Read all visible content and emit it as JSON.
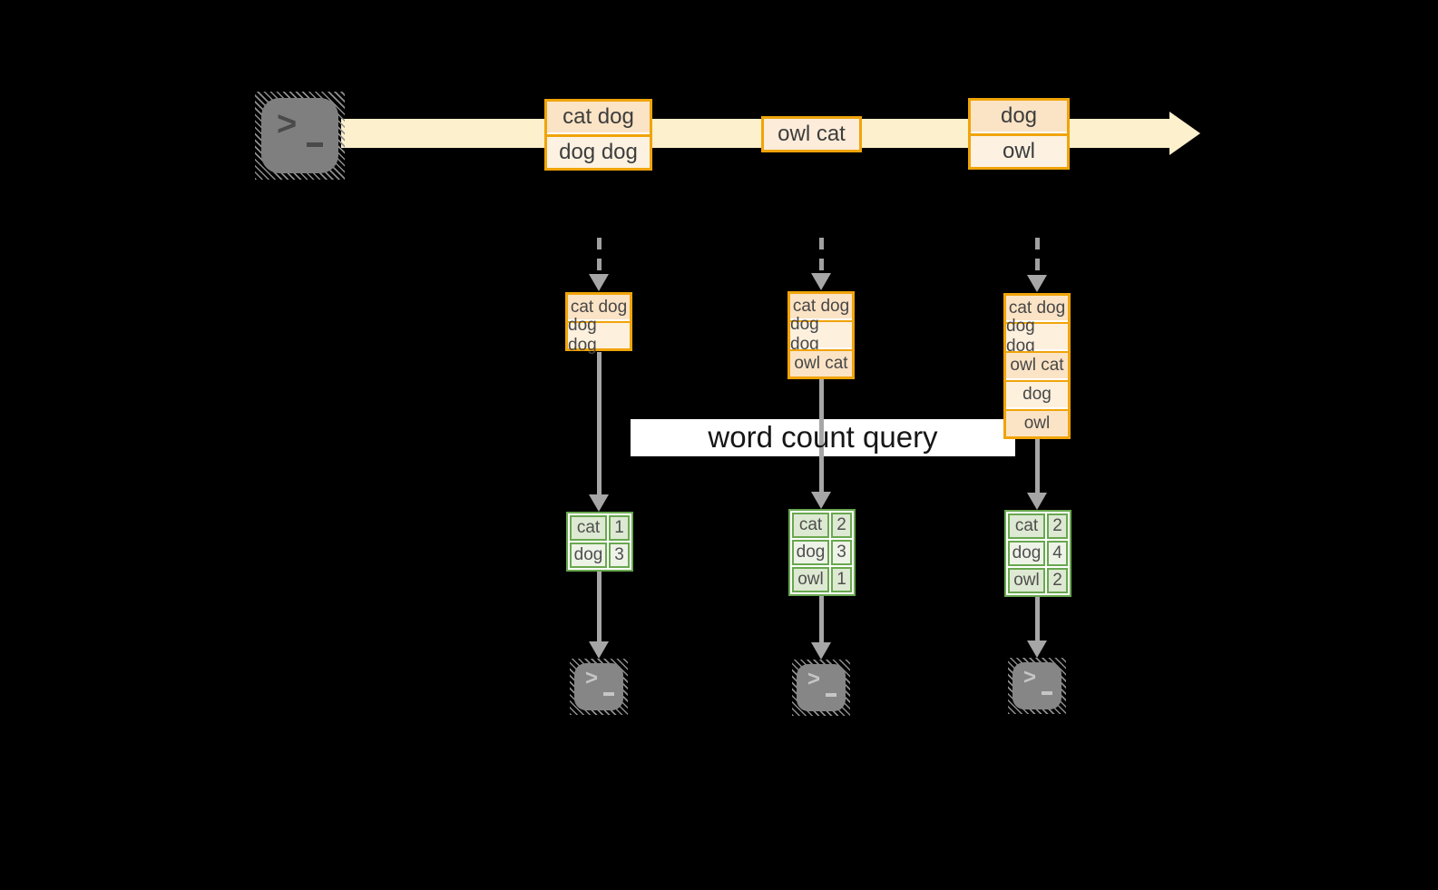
{
  "query_label": "word count query",
  "source": {
    "icon": "terminal-icon",
    "glyph": ">"
  },
  "stream": {
    "batches": [
      {
        "events": [
          {
            "text": "cat dog",
            "tone": "dark"
          },
          {
            "text": "dog dog",
            "tone": "light"
          }
        ]
      },
      {
        "events": [
          {
            "text": "owl cat",
            "tone": "medium"
          }
        ]
      },
      {
        "events": [
          {
            "text": "dog",
            "tone": "dark"
          },
          {
            "text": "owl",
            "tone": "light"
          }
        ]
      }
    ]
  },
  "columns": [
    {
      "state_rows": [
        "cat dog",
        "dog dog"
      ],
      "counts": [
        {
          "word": "cat",
          "count": "1"
        },
        {
          "word": "dog",
          "count": "3"
        }
      ]
    },
    {
      "state_rows": [
        "cat dog",
        "dog dog",
        "owl cat"
      ],
      "counts": [
        {
          "word": "cat",
          "count": "2"
        },
        {
          "word": "dog",
          "count": "3"
        },
        {
          "word": "owl",
          "count": "1"
        }
      ]
    },
    {
      "state_rows": [
        "cat dog",
        "dog dog",
        "owl cat",
        "dog",
        "owl"
      ],
      "counts": [
        {
          "word": "cat",
          "count": "2"
        },
        {
          "word": "dog",
          "count": "4"
        },
        {
          "word": "owl",
          "count": "2"
        }
      ]
    }
  ],
  "sinks": [
    {
      "icon": "terminal-icon",
      "glyph": ">"
    },
    {
      "icon": "terminal-icon",
      "glyph": ">"
    },
    {
      "icon": "terminal-icon",
      "glyph": ">"
    }
  ],
  "colors": {
    "amber_border": "#f0a40a",
    "band_cream": "#fdf0cc",
    "green_border": "#69a84f",
    "arrow_gray": "#a6a6a6",
    "label_bg": "#ffffff"
  }
}
